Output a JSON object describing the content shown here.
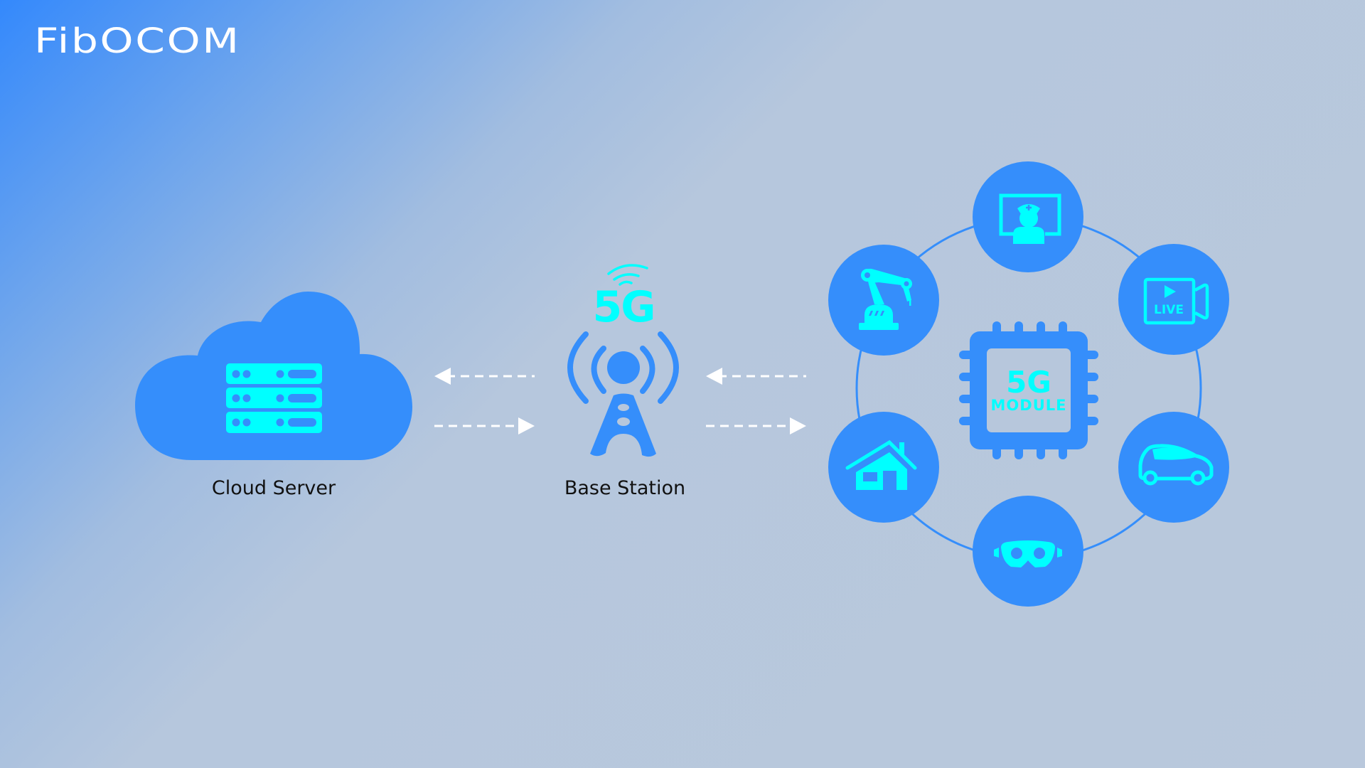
{
  "brand": {
    "logo_text": "FibOCOM"
  },
  "colors": {
    "primary_blue": "#358efb",
    "accent_cyan": "#00ffff",
    "arrow_white": "#ffffff",
    "label_text": "#111111"
  },
  "nodes": {
    "cloud": {
      "label": "Cloud Server",
      "icon": "server-rack-icon"
    },
    "base_station": {
      "label": "Base Station",
      "badge": "5G",
      "icon": "cell-tower-icon"
    },
    "module": {
      "title": "5G",
      "subtitle": "MODULE",
      "icon": "chip-icon"
    }
  },
  "links": [
    {
      "from": "base_station",
      "to": "cloud",
      "direction": "left",
      "style": "dashed"
    },
    {
      "from": "cloud",
      "to": "base_station",
      "direction": "right",
      "style": "dashed"
    },
    {
      "from": "module",
      "to": "base_station",
      "direction": "left",
      "style": "dashed"
    },
    {
      "from": "base_station",
      "to": "module",
      "direction": "right",
      "style": "dashed"
    }
  ],
  "applications": [
    {
      "name": "telemedicine",
      "icon": "nurse-monitor-icon"
    },
    {
      "name": "live-streaming",
      "icon": "live-camera-icon",
      "text": "LIVE"
    },
    {
      "name": "connected-car",
      "icon": "car-icon"
    },
    {
      "name": "vr-ar",
      "icon": "vr-goggles-icon"
    },
    {
      "name": "smart-home",
      "icon": "house-icon"
    },
    {
      "name": "industrial-robot",
      "icon": "robot-arm-icon"
    }
  ]
}
